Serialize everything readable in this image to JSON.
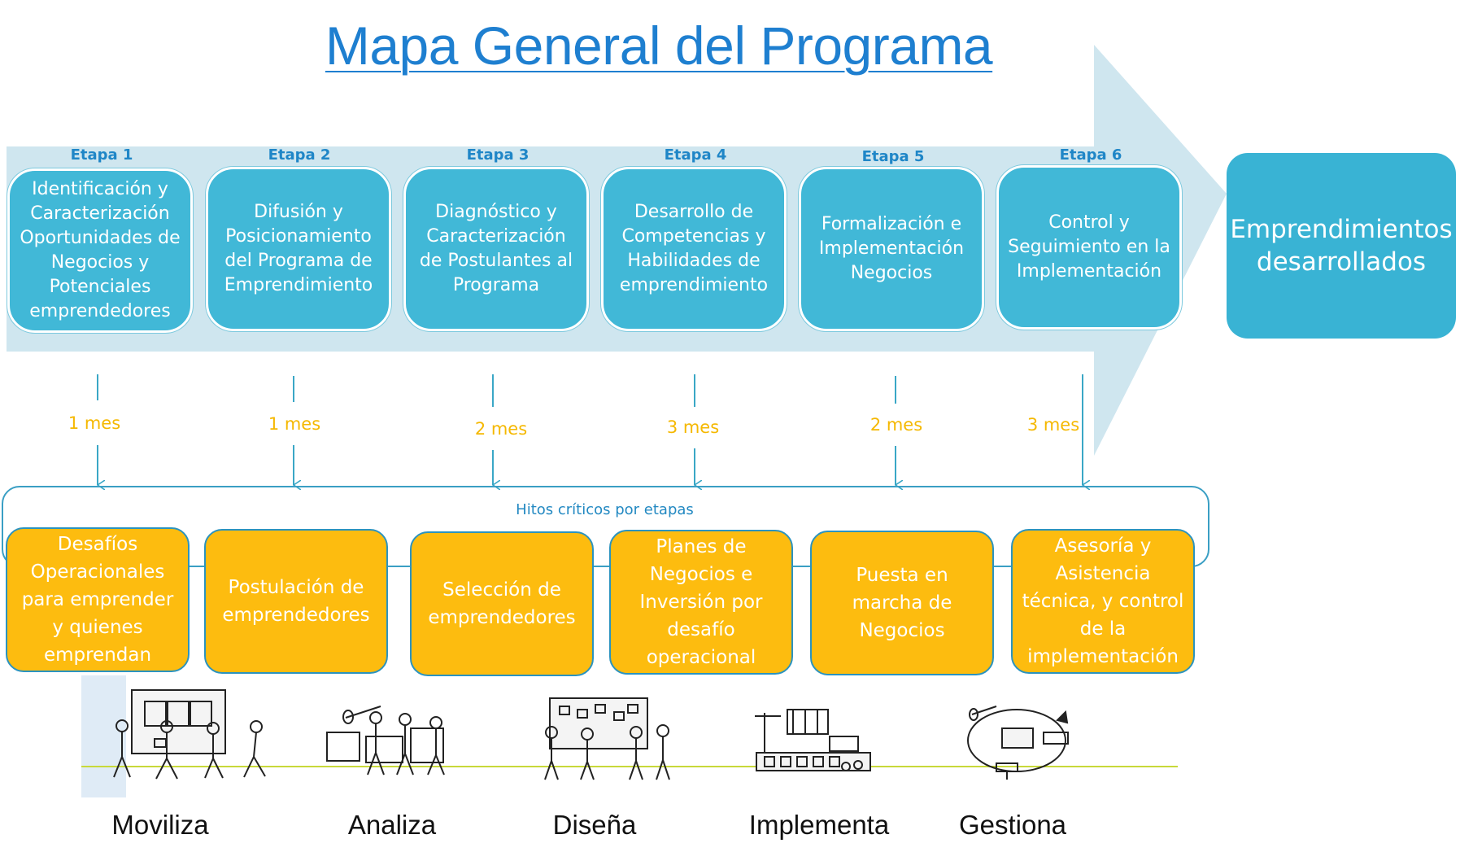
{
  "title": "Mapa General del Programa",
  "colors": {
    "title": "#1e7fd0",
    "arrow": "#cfe6ef",
    "stage_box": "#41b8d7",
    "stage_label": "#1f86c7",
    "duration": "#f5b800",
    "milestone_box": "#fdbc0f",
    "milestone_border": "#2b93bf",
    "ground_line": "#c8d93a"
  },
  "stages": [
    {
      "label": "Etapa 1",
      "text": "Identificación y Caracterización Oportunidades de Negocios y Potenciales emprendedores",
      "duration": "1 mes"
    },
    {
      "label": "Etapa 2",
      "text": "Difusión y Posicionamiento del Programa de Emprendimiento",
      "duration": "1 mes"
    },
    {
      "label": "Etapa 3",
      "text": "Diagnóstico y Caracterización de Postulantes al Programa",
      "duration": "2 mes"
    },
    {
      "label": "Etapa 4",
      "text": "Desarrollo de Competencias y Habilidades de emprendimiento",
      "duration": "3 mes"
    },
    {
      "label": "Etapa 5",
      "text": "Formalización e Implementación Negocios",
      "duration": "2 mes"
    },
    {
      "label": "Etapa 6",
      "text": "Control y Seguimiento en la Implementación",
      "duration": "3 mes"
    }
  ],
  "result": "Emprendimientos desarrollados",
  "milestones_title": "Hitos críticos por etapas",
  "milestones": [
    "Desafíos Operacionales para emprender y quienes emprendan",
    "Postulación de emprendedores",
    "Selección de emprendedores",
    "Planes de Negocios e Inversión por desafío operacional",
    "Puesta en marcha de Negocios",
    "Asesoría y Asistencia técnica, y control de la implementación"
  ],
  "verbs": [
    "Moviliza",
    "Analiza",
    "Diseña",
    "Implementa",
    "Gestiona"
  ],
  "sketch_icons": [
    "people-walking-to-board-sketch",
    "people-with-telescope-sketch",
    "people-at-planning-board-sketch",
    "factory-construction-sketch",
    "cycle-management-sketch"
  ]
}
